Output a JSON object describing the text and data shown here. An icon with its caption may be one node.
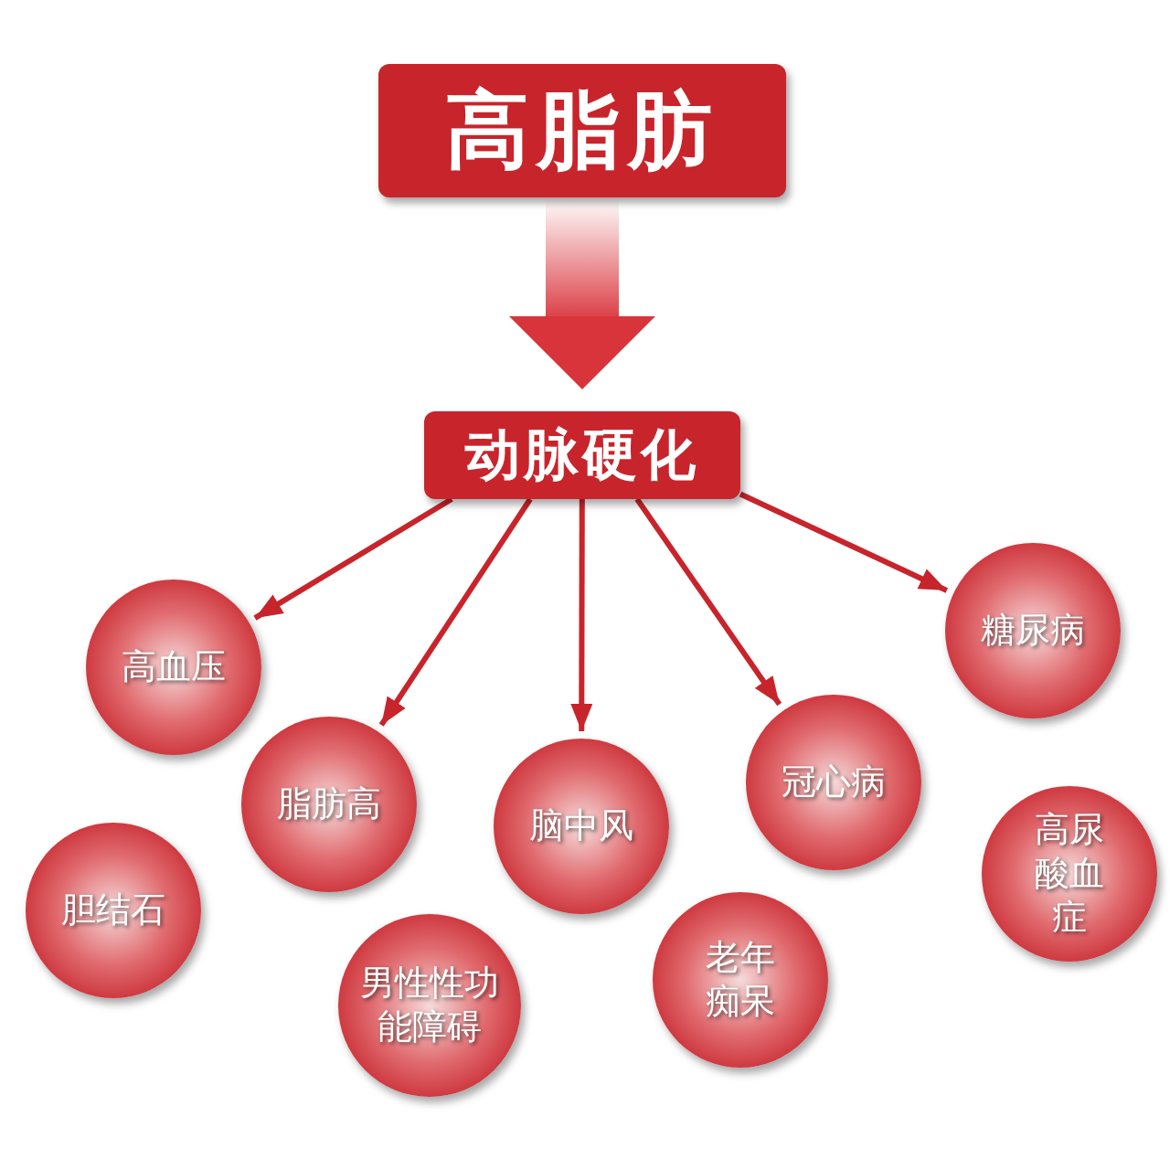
{
  "diagram": {
    "nodes": [
      {
        "text": [
          "高脂肪"
        ]
      },
      {
        "text": [
          "动脉硬化"
        ]
      },
      {
        "text": [
          "高血压"
        ]
      },
      {
        "text": [
          "脂肪高"
        ]
      },
      {
        "text": [
          "脑中风"
        ]
      },
      {
        "text": [
          "冠心病"
        ]
      },
      {
        "text": [
          "糖尿病"
        ]
      },
      {
        "text": [
          "胆结石"
        ]
      },
      {
        "text": [
          "男性性功能障碍"
        ]
      },
      {
        "text": [
          "老年痴呆"
        ]
      },
      {
        "text": [
          "高尿酸血症"
        ]
      }
    ],
    "edges": [
      {
        "from": 0,
        "to": 1,
        "arrow": "to",
        "style": "thick"
      },
      {
        "from": 1,
        "to": 2,
        "arrow": "to"
      },
      {
        "from": 1,
        "to": 3,
        "arrow": "to"
      },
      {
        "from": 1,
        "to": 4,
        "arrow": "to"
      },
      {
        "from": 1,
        "to": 5,
        "arrow": "to"
      },
      {
        "from": 1,
        "to": 6,
        "arrow": "to"
      }
    ]
  }
}
